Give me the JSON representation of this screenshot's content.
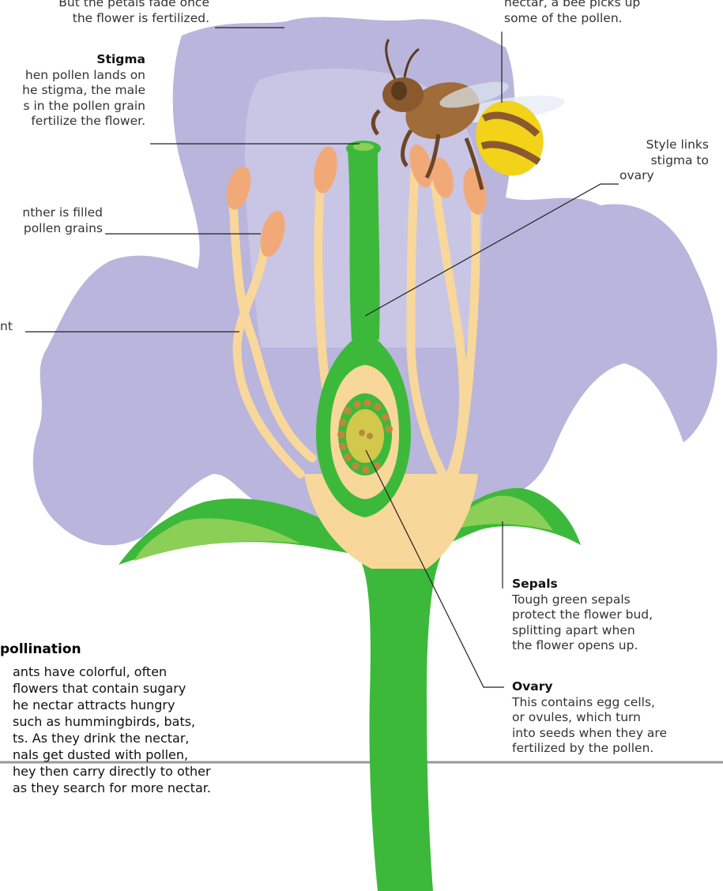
{
  "labels": {
    "petals": {
      "lines": [
        "But the petals fade once",
        "the flower is fertilized."
      ]
    },
    "bee": {
      "lines": [
        "nectar, a bee picks up",
        "some of the pollen."
      ]
    },
    "stigma": {
      "heading": "Stigma",
      "lines": [
        "hen pollen lands on",
        "he stigma, the male",
        "s in the pollen grain",
        "fertilize the flower."
      ]
    },
    "anther": {
      "lines": [
        "nther is filled",
        "pollen grains"
      ]
    },
    "filament": {
      "lines": [
        "nt"
      ]
    },
    "style": {
      "lines": [
        "Style links",
        "stigma to",
        "ovary"
      ]
    },
    "sepals": {
      "heading": "Sepals",
      "lines": [
        "Tough green sepals",
        "protect the flower bud,",
        "splitting apart when",
        "the flower opens up."
      ]
    },
    "ovary": {
      "heading": "Ovary",
      "lines": [
        "This contains egg cells,",
        "or ovules, which turn",
        "into seeds when they are",
        "fertilized by the pollen."
      ]
    }
  },
  "infobox": {
    "title": "pollination",
    "lines": [
      "ants have colorful, often",
      "flowers that contain sugary",
      "he nectar attracts hungry",
      "such as hummingbirds, bats,",
      "ts. As they drink the nectar,",
      "nals get dusted with pollen,",
      "hey then carry directly to other",
      "as they search for more nectar."
    ]
  },
  "colors": {
    "petal": "#b9b5dc",
    "petal_light": "#cfcbe8",
    "stem": "#3cb93a",
    "stem_dark": "#259b2c",
    "sepal_light": "#8ccf56",
    "filament": "#f8d79a",
    "anther": "#f2a978",
    "ovule": "#b88a3a",
    "bee_body": "#8a5a2e",
    "bee_stripe": "#f3d21a"
  }
}
